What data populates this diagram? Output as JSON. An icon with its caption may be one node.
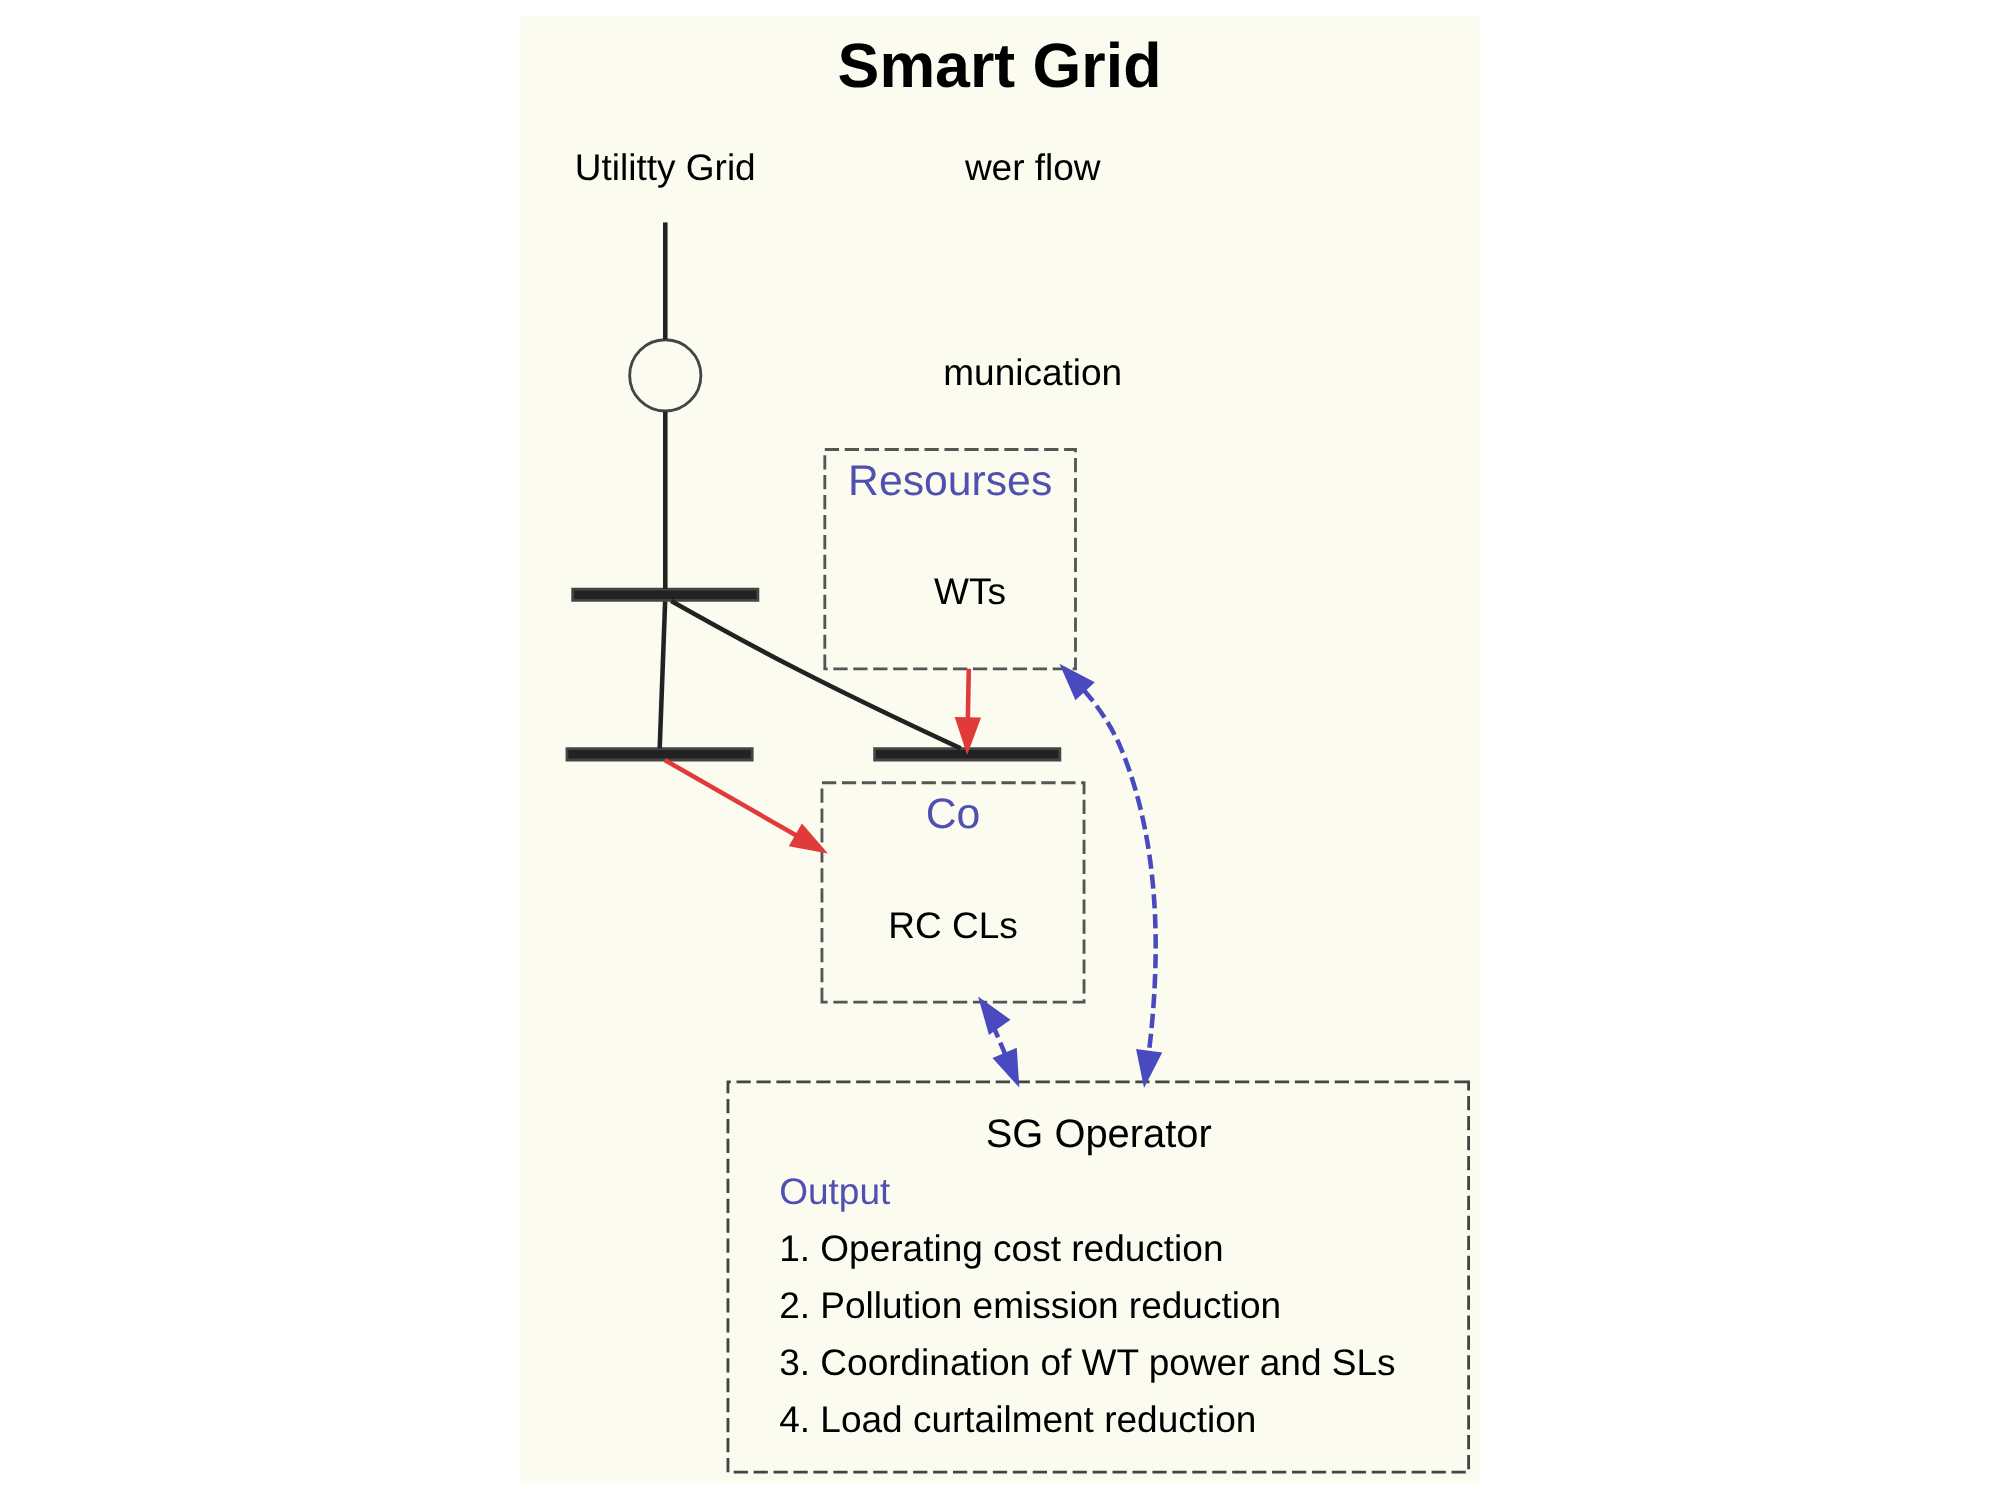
{
  "diagram": {
    "title": "Smart Grid",
    "nodes": [
      {
        "text": [
          "Utilitty Grid"
        ]
      },
      {
        "text": [],
        "shape": "circle"
      },
      {
        "text": [],
        "shape": "bar"
      },
      {
        "text": [],
        "shape": "bar"
      },
      {
        "text": [],
        "shape": "bar"
      },
      {
        "text": [
          "Resourses"
        ]
      },
      {
        "text": [
          "WTs"
        ],
        "in": 5
      },
      {
        "text": [
          "Co"
        ]
      },
      {
        "text": [
          "RC CLs"
        ],
        "in": 7
      },
      {
        "text": [
          "SG Operator",
          "Output",
          "1. Operating cost reduction",
          "2. Pollution emission reduction",
          "3. Coordination of WT power and SLs",
          "4. Load curtailment reduction"
        ]
      }
    ],
    "edges": [
      {
        "from": 0,
        "to": 1,
        "arrow": "none"
      },
      {
        "from": 1,
        "to": 2,
        "arrow": "none"
      },
      {
        "from": 2,
        "to": 3,
        "arrow": "none"
      },
      {
        "from": 2,
        "to": 4,
        "arrow": "none"
      },
      {
        "from": 5,
        "to": 3,
        "arrow": "to",
        "color": "#e03a3a"
      },
      {
        "from": 4,
        "to": 7,
        "arrow": "to",
        "color": "#e03a3a"
      },
      {
        "from": 5,
        "to": 9,
        "arrow": "both",
        "style": "dashed",
        "color": "#4a4ac0"
      },
      {
        "from": 7,
        "to": 9,
        "arrow": "both",
        "style": "dashed",
        "color": "#4a4ac0"
      }
    ],
    "labels": [
      "wer flow",
      "munication"
    ]
  }
}
